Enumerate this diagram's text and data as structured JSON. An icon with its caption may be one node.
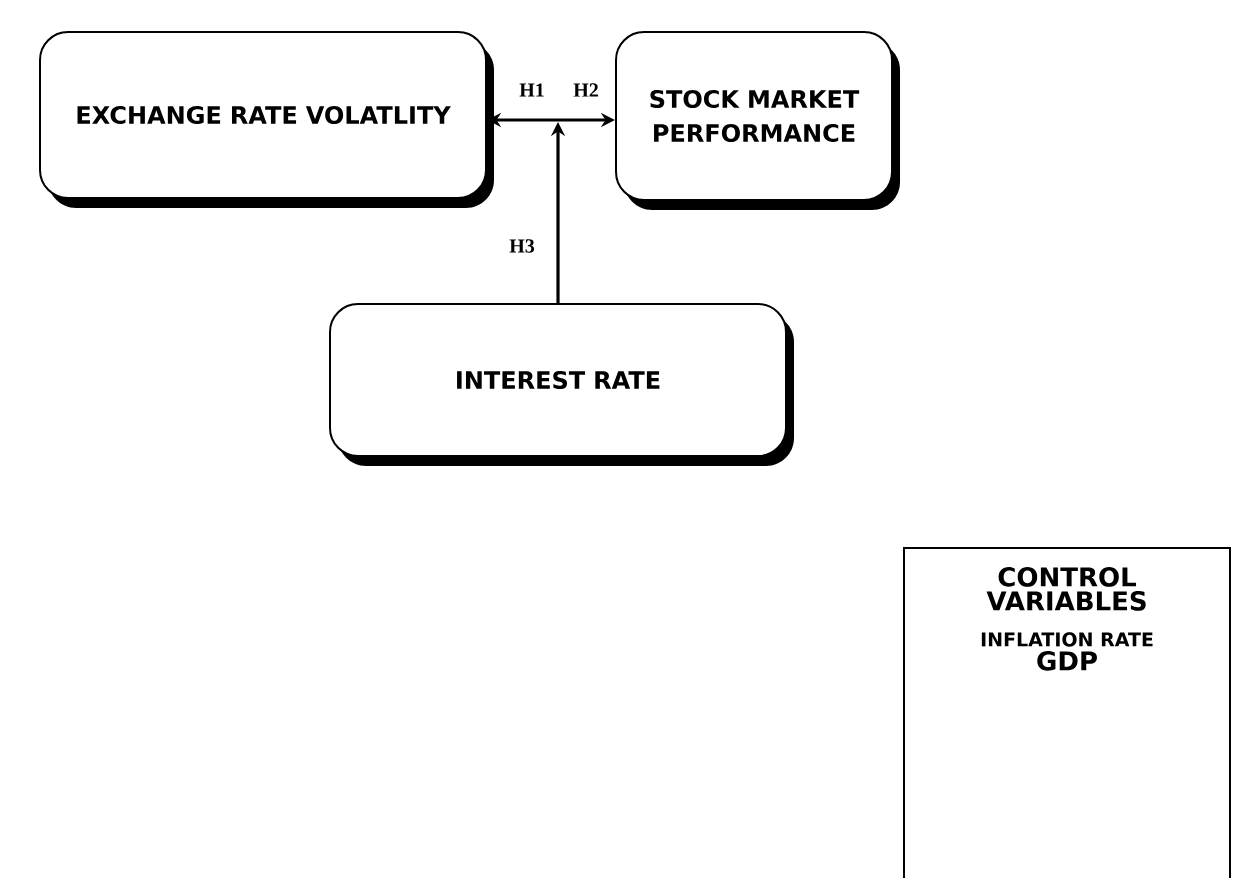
{
  "diagram": {
    "nodes": [
      {
        "text": [
          "EXCHANGE RATE VOLATLITY"
        ]
      },
      {
        "text": [
          "STOCK MARKET PERFORMANCE"
        ]
      },
      {
        "text": [
          "INTEREST RATE"
        ]
      },
      {
        "text": [
          "CONTROL VARIABLES",
          "INFLATION RATE",
          "GDP"
        ]
      }
    ],
    "edges": [
      {
        "from": 0,
        "to": 1,
        "arrow": "both"
      },
      {
        "from": 2,
        "to": null,
        "arrow": "to",
        "label": "H3"
      }
    ],
    "labels": [
      "H1",
      "H2"
    ]
  }
}
